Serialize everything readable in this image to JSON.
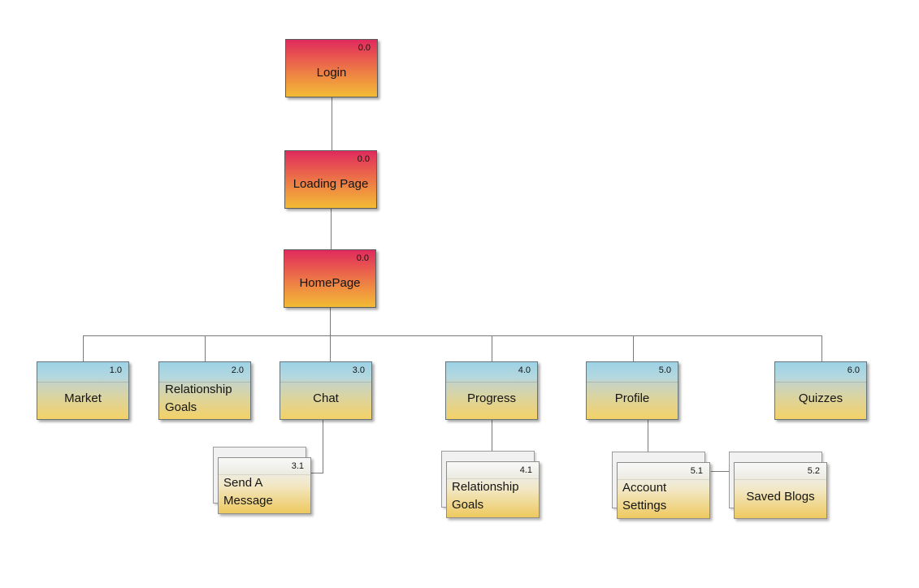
{
  "diagram": {
    "type": "sitemap-flowchart",
    "nodes": {
      "login": {
        "id": "0.0",
        "label": "Login"
      },
      "loading_page": {
        "id": "0.0",
        "label": "Loading Page"
      },
      "homepage": {
        "id": "0.0",
        "label": "HomePage"
      },
      "market": {
        "id": "1.0",
        "label": "Market"
      },
      "relationship_goals": {
        "id": "2.0",
        "label": "Relationship Goals"
      },
      "chat": {
        "id": "3.0",
        "label": "Chat"
      },
      "progress": {
        "id": "4.0",
        "label": "Progress"
      },
      "profile": {
        "id": "5.0",
        "label": "Profile"
      },
      "quizzes": {
        "id": "6.0",
        "label": "Quizzes"
      },
      "send_a_message": {
        "id": "3.1",
        "label": "Send A Message"
      },
      "relationship_goals_sub": {
        "id": "4.1",
        "label": "Relationship Goals"
      },
      "account_settings": {
        "id": "5.1",
        "label": "Account Settings"
      },
      "saved_blogs": {
        "id": "5.2",
        "label": "Saved Blogs"
      }
    },
    "colors": {
      "level0_node_top": "#e02a5e",
      "level0_node_bottom": "#f3bb35",
      "level1_node_top": "#9dd2e6",
      "level1_node_bottom": "#f3d166",
      "subpage_card_top": "#f8f8f8",
      "subpage_card_bottom": "#eec95e",
      "stacked_card_back": "#f1f1f1",
      "connector": "#7a7a7a",
      "background": "#ffffff"
    }
  }
}
